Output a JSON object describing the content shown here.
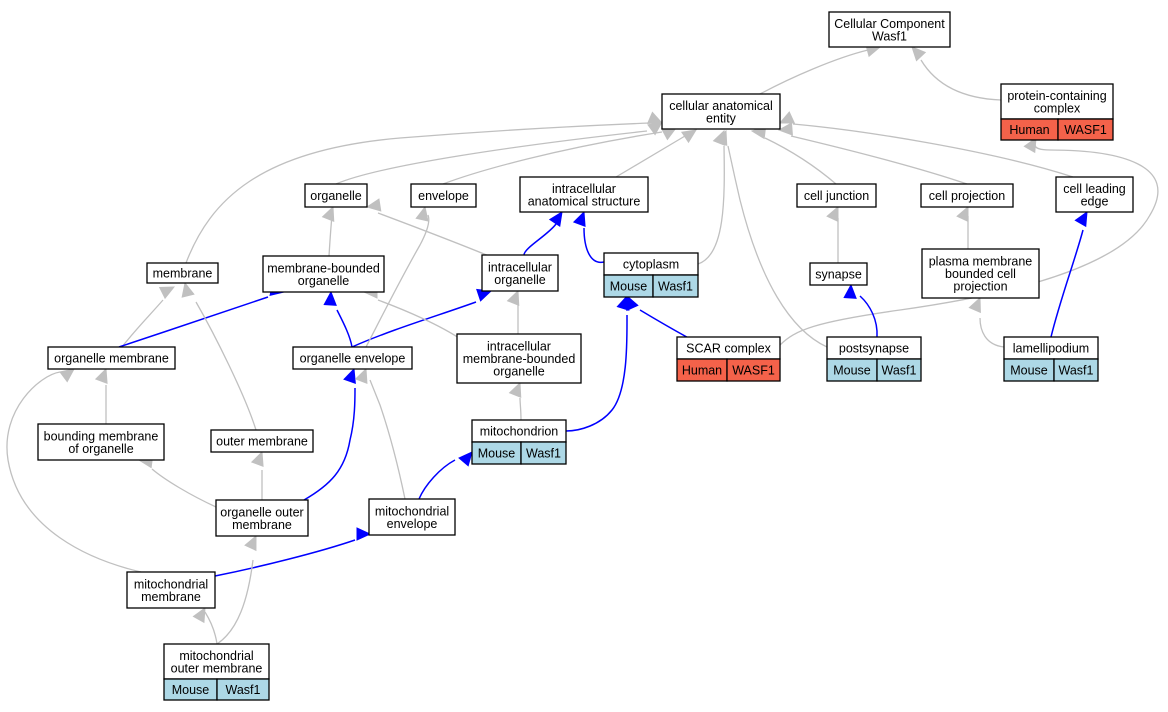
{
  "nodes": {
    "cellular_component": {
      "lines": [
        "Cellular Component",
        "Wasf1"
      ]
    },
    "protein_containing_complex": {
      "lines": [
        "protein-containing",
        "complex"
      ],
      "cells": [
        "Human",
        "WASF1"
      ],
      "species": "human"
    },
    "cellular_anatomical_entity": {
      "lines": [
        "cellular anatomical",
        "entity"
      ]
    },
    "organelle": {
      "lines": [
        "organelle"
      ]
    },
    "envelope": {
      "lines": [
        "envelope"
      ]
    },
    "intracellular_anatomical_structure": {
      "lines": [
        "intracellular",
        "anatomical structure"
      ]
    },
    "cell_junction": {
      "lines": [
        "cell junction"
      ]
    },
    "cell_projection": {
      "lines": [
        "cell projection"
      ]
    },
    "cell_leading_edge": {
      "lines": [
        "cell leading",
        "edge"
      ]
    },
    "membrane": {
      "lines": [
        "membrane"
      ]
    },
    "membrane_bounded_organelle": {
      "lines": [
        "membrane-bounded",
        "organelle"
      ]
    },
    "intracellular_organelle": {
      "lines": [
        "intracellular",
        "organelle"
      ]
    },
    "cytoplasm": {
      "lines": [
        "cytoplasm"
      ],
      "cells": [
        "Mouse",
        "Wasf1"
      ],
      "species": "mouse"
    },
    "synapse": {
      "lines": [
        "synapse"
      ]
    },
    "plasma_membrane_bounded_cell_projection": {
      "lines": [
        "plasma membrane",
        "bounded cell",
        "projection"
      ]
    },
    "organelle_membrane": {
      "lines": [
        "organelle membrane"
      ]
    },
    "organelle_envelope": {
      "lines": [
        "organelle envelope"
      ]
    },
    "intracellular_membrane_bounded_organelle": {
      "lines": [
        "intracellular",
        "membrane-bounded",
        "organelle"
      ]
    },
    "scar_complex": {
      "lines": [
        "SCAR complex"
      ],
      "cells": [
        "Human",
        "WASF1"
      ],
      "species": "human"
    },
    "postsynapse": {
      "lines": [
        "postsynapse"
      ],
      "cells": [
        "Mouse",
        "Wasf1"
      ],
      "species": "mouse"
    },
    "lamellipodium": {
      "lines": [
        "lamellipodium"
      ],
      "cells": [
        "Mouse",
        "Wasf1"
      ],
      "species": "mouse"
    },
    "bounding_membrane_of_organelle": {
      "lines": [
        "bounding membrane",
        "of organelle"
      ]
    },
    "outer_membrane": {
      "lines": [
        "outer membrane"
      ]
    },
    "mitochondrion": {
      "lines": [
        "mitochondrion"
      ],
      "cells": [
        "Mouse",
        "Wasf1"
      ],
      "species": "mouse"
    },
    "organelle_outer_membrane": {
      "lines": [
        "organelle outer",
        "membrane"
      ]
    },
    "mitochondrial_envelope": {
      "lines": [
        "mitochondrial",
        "envelope"
      ]
    },
    "mitochondrial_membrane": {
      "lines": [
        "mitochondrial",
        "membrane"
      ]
    },
    "mitochondrial_outer_membrane": {
      "lines": [
        "mitochondrial",
        "outer membrane"
      ],
      "cells": [
        "Mouse",
        "Wasf1"
      ],
      "species": "mouse"
    }
  },
  "edges": [
    {
      "from": "cellular_anatomical_entity",
      "to": "cellular_component",
      "kind": "is_a"
    },
    {
      "from": "protein_containing_complex",
      "to": "cellular_component",
      "kind": "is_a"
    },
    {
      "from": "organelle",
      "to": "cellular_anatomical_entity",
      "kind": "is_a"
    },
    {
      "from": "envelope",
      "to": "cellular_anatomical_entity",
      "kind": "is_a"
    },
    {
      "from": "intracellular_anatomical_structure",
      "to": "cellular_anatomical_entity",
      "kind": "is_a"
    },
    {
      "from": "cell_junction",
      "to": "cellular_anatomical_entity",
      "kind": "is_a"
    },
    {
      "from": "cell_projection",
      "to": "cellular_anatomical_entity",
      "kind": "is_a"
    },
    {
      "from": "cell_leading_edge",
      "to": "cellular_anatomical_entity",
      "kind": "is_a"
    },
    {
      "from": "membrane",
      "to": "cellular_anatomical_entity",
      "kind": "is_a"
    },
    {
      "from": "cytoplasm",
      "to": "cellular_anatomical_entity",
      "kind": "is_a"
    },
    {
      "from": "postsynapse",
      "to": "cellular_anatomical_entity",
      "kind": "is_a"
    },
    {
      "from": "scar_complex",
      "to": "protein_containing_complex",
      "kind": "is_a"
    },
    {
      "from": "membrane_bounded_organelle",
      "to": "organelle",
      "kind": "is_a"
    },
    {
      "from": "intracellular_organelle",
      "to": "organelle",
      "kind": "is_a"
    },
    {
      "from": "intracellular_organelle",
      "to": "intracellular_anatomical_structure",
      "kind": "part_of"
    },
    {
      "from": "cytoplasm",
      "to": "intracellular_anatomical_structure",
      "kind": "part_of"
    },
    {
      "from": "synapse",
      "to": "cell_junction",
      "kind": "is_a"
    },
    {
      "from": "plasma_membrane_bounded_cell_projection",
      "to": "cell_projection",
      "kind": "is_a"
    },
    {
      "from": "lamellipodium",
      "to": "cell_leading_edge",
      "kind": "part_of"
    },
    {
      "from": "organelle_membrane",
      "to": "membrane",
      "kind": "is_a"
    },
    {
      "from": "organelle_membrane",
      "to": "membrane_bounded_organelle",
      "kind": "part_of"
    },
    {
      "from": "organelle_envelope",
      "to": "membrane_bounded_organelle",
      "kind": "part_of"
    },
    {
      "from": "organelle_envelope",
      "to": "intracellular_organelle",
      "kind": "part_of"
    },
    {
      "from": "organelle_envelope",
      "to": "envelope",
      "kind": "is_a"
    },
    {
      "from": "intracellular_membrane_bounded_organelle",
      "to": "membrane_bounded_organelle",
      "kind": "is_a"
    },
    {
      "from": "intracellular_membrane_bounded_organelle",
      "to": "intracellular_organelle",
      "kind": "is_a"
    },
    {
      "from": "scar_complex",
      "to": "cytoplasm",
      "kind": "part_of"
    },
    {
      "from": "postsynapse",
      "to": "synapse",
      "kind": "part_of"
    },
    {
      "from": "lamellipodium",
      "to": "plasma_membrane_bounded_cell_projection",
      "kind": "is_a"
    },
    {
      "from": "bounding_membrane_of_organelle",
      "to": "organelle_membrane",
      "kind": "is_a"
    },
    {
      "from": "outer_membrane",
      "to": "membrane",
      "kind": "is_a"
    },
    {
      "from": "mitochondrion",
      "to": "intracellular_membrane_bounded_organelle",
      "kind": "is_a"
    },
    {
      "from": "mitochondrion",
      "to": "cytoplasm",
      "kind": "part_of"
    },
    {
      "from": "organelle_outer_membrane",
      "to": "bounding_membrane_of_organelle",
      "kind": "is_a"
    },
    {
      "from": "organelle_outer_membrane",
      "to": "outer_membrane",
      "kind": "is_a"
    },
    {
      "from": "organelle_outer_membrane",
      "to": "organelle_envelope",
      "kind": "part_of"
    },
    {
      "from": "mitochondrial_envelope",
      "to": "organelle_envelope",
      "kind": "is_a"
    },
    {
      "from": "mitochondrial_envelope",
      "to": "mitochondrion",
      "kind": "part_of"
    },
    {
      "from": "mitochondrial_membrane",
      "to": "organelle_membrane",
      "kind": "is_a"
    },
    {
      "from": "mitochondrial_membrane",
      "to": "mitochondrial_envelope",
      "kind": "part_of"
    },
    {
      "from": "mitochondrial_outer_membrane",
      "to": "mitochondrial_membrane",
      "kind": "is_a"
    },
    {
      "from": "mitochondrial_outer_membrane",
      "to": "organelle_outer_membrane",
      "kind": "is_a"
    }
  ],
  "colors": {
    "is_a_edge": "#c0c0c0",
    "part_of_edge": "#0000ff",
    "mouse_cell": "#add8e6",
    "human_cell": "#f4624a",
    "node_fill": "#ffffff",
    "node_stroke": "#000000"
  }
}
